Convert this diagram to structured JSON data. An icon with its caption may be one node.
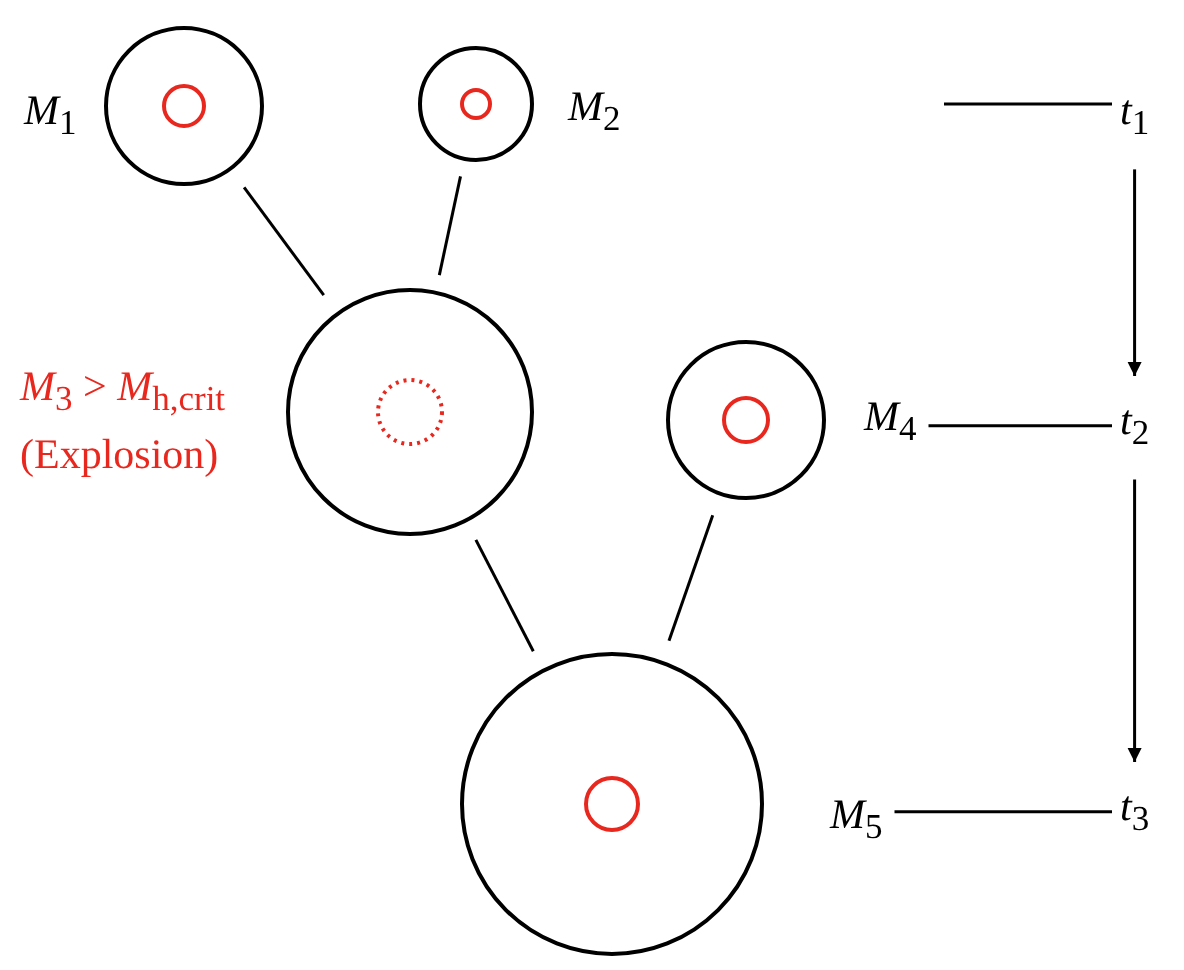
{
  "diagram": {
    "nodes": [
      {
        "text": [],
        "shape": "circle",
        "beside": [
          "*M*$_{1}$"
        ]
      },
      {
        "text": [],
        "shape": "circle",
        "in": 0
      },
      {
        "text": [],
        "shape": "circle",
        "beside": [
          "*M*$_{2}$"
        ]
      },
      {
        "text": [],
        "shape": "circle",
        "in": 2
      },
      {
        "text": [
          "*t*$_{1}$"
        ]
      },
      {
        "text": [],
        "shape": "circle",
        "beside": [
          "*M*$_{3}$ > *M*$_{h,crit}$",
          "(Explosion)"
        ]
      },
      {
        "text": [],
        "shape": "circle",
        "in": 5
      },
      {
        "text": [],
        "shape": "circle",
        "beside": [
          "*M*$_{4}$"
        ]
      },
      {
        "text": [],
        "shape": "circle",
        "in": 7
      },
      {
        "text": [
          "*t*$_{2}$"
        ]
      },
      {
        "text": [],
        "shape": "circle",
        "beside": [
          "*M*$_{5}$"
        ]
      },
      {
        "text": [],
        "shape": "circle",
        "in": 10
      },
      {
        "text": [
          "*t*$_{3}$"
        ]
      }
    ],
    "edges": [
      {
        "from": 0,
        "to": 5,
        "arrow": "none"
      },
      {
        "from": 2,
        "to": 5,
        "arrow": "none"
      },
      {
        "from": 5,
        "to": 10,
        "arrow": "none"
      },
      {
        "from": 7,
        "to": 10,
        "arrow": "none"
      },
      {
        "from": null,
        "to": 4,
        "arrow": "none"
      },
      {
        "from": 7,
        "to": 9,
        "arrow": "none"
      },
      {
        "from": 10,
        "to": 12,
        "arrow": "none"
      },
      {
        "from": 4,
        "to": 9,
        "arrow": "to"
      },
      {
        "from": 9,
        "to": 12,
        "arrow": "to"
      }
    ]
  }
}
